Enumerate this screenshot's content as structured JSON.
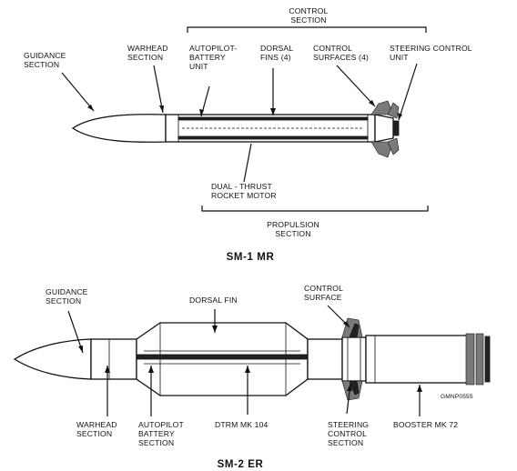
{
  "sm1": {
    "caption": "SM-1  MR",
    "labels": {
      "control_section_1": "CONTROL",
      "control_section_2": "SECTION",
      "guidance_1": "GUIDANCE",
      "guidance_2": "SECTION",
      "warhead_1": "WARHEAD",
      "warhead_2": "SECTION",
      "autopilot_1": "AUTOPILOT-",
      "autopilot_2": "BATTERY",
      "autopilot_3": "UNIT",
      "dorsal_1": "DORSAL",
      "dorsal_2": "FINS (4)",
      "control_surfaces_1": "CONTROL",
      "control_surfaces_2": "SURFACES (4)",
      "steering_1": "STEERING CONTROL",
      "steering_2": "UNIT",
      "motor_1": "DUAL - THRUST",
      "motor_2": "ROCKET MOTOR",
      "propulsion_1": "PROPULSION",
      "propulsion_2": "SECTION"
    }
  },
  "sm2": {
    "caption": "SM-2  ER",
    "labels": {
      "guidance_1": "GUIDANCE",
      "guidance_2": "SECTION",
      "dorsal_fin": "DORSAL FIN",
      "control_surface_1": "CONTROL",
      "control_surface_2": "SURFACE",
      "warhead_1": "WARHEAD",
      "warhead_2": "SECTION",
      "autopilot_1": "AUTOPILOT",
      "autopilot_2": "BATTERY",
      "autopilot_3": "SECTION",
      "dtrm": "DTRM MK 104",
      "steering_1": "STEERING",
      "steering_2": "CONTROL",
      "steering_3": "SECTION",
      "booster": "BOOSTER MK 72",
      "code": "GMNP0555"
    }
  }
}
